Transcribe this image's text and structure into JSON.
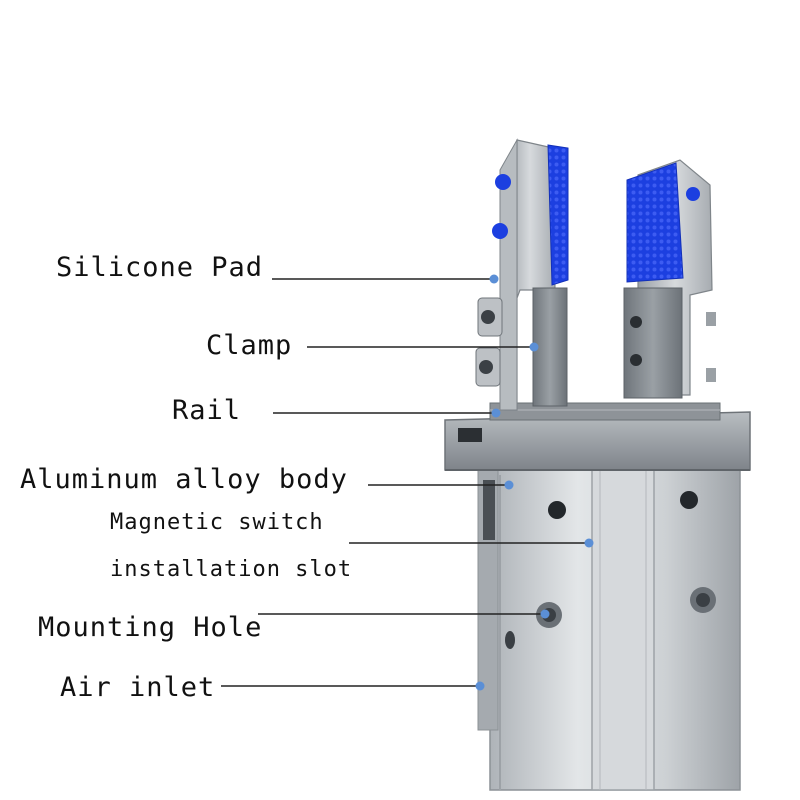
{
  "callouts": [
    {
      "id": "silicone-pad",
      "text": "Silicone Pad"
    },
    {
      "id": "clamp",
      "text": "Clamp"
    },
    {
      "id": "rail",
      "text": "Rail"
    },
    {
      "id": "aluminum-body",
      "text": "Aluminum alloy body"
    },
    {
      "id": "magnetic-switch-1",
      "text": "Magnetic switch"
    },
    {
      "id": "magnetic-switch-2",
      "text": "installation slot"
    },
    {
      "id": "mounting-hole",
      "text": "Mounting Hole"
    },
    {
      "id": "air-inlet",
      "text": "Air inlet"
    }
  ],
  "colors": {
    "aluminum": "#c9cdd1",
    "aluminum_dark": "#8c9196",
    "pad_blue": "#1c3fe0",
    "marker": "#5b8fd6",
    "line": "#222222"
  }
}
